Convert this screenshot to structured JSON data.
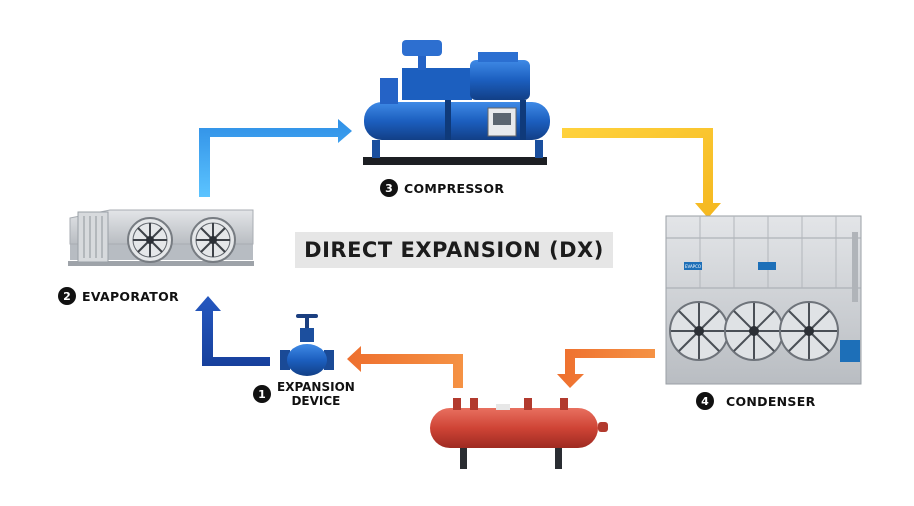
{
  "title": "DIRECT EXPANSION (DX)",
  "stages": {
    "compressor": {
      "number": "3",
      "label": "COMPRESSOR"
    },
    "evaporator": {
      "number": "2",
      "label": "EVAPORATOR"
    },
    "condenser": {
      "number": "4",
      "label": "CONDENSER"
    },
    "expansion": {
      "number": "1",
      "label_line1": "EXPANSION",
      "label_line2": "DEVICE"
    }
  },
  "colors": {
    "arrow_light_blue": "#3aa6f0",
    "arrow_yellow": "#f7c630",
    "arrow_orange": "#f2803a",
    "arrow_dark_blue": "#1a48a8",
    "compressor_blue": "#1c5fbf",
    "receiver_red": "#d2493c",
    "condenser_grey": "#c9ccd0"
  },
  "condenser_badge": "EVAPCO"
}
